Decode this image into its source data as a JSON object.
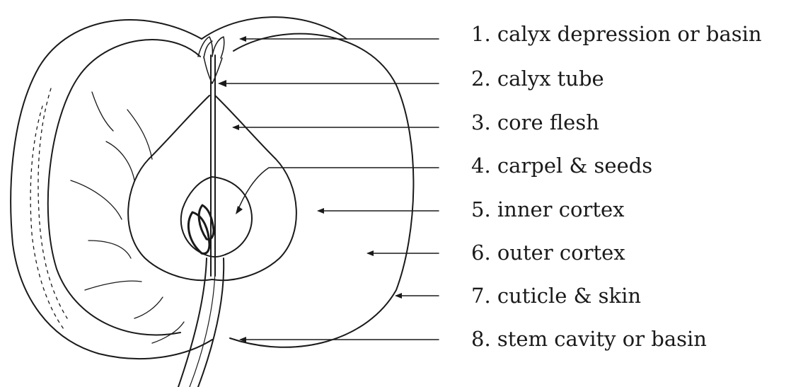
{
  "labels": [
    {
      "num": "1.",
      "text": "calyx depression or basin"
    },
    {
      "num": "2.",
      "text": "calyx tube"
    },
    {
      "num": "3.",
      "text": "core flesh"
    },
    {
      "num": "4.",
      "text": "carpel & seeds"
    },
    {
      "num": "5.",
      "text": "inner cortex"
    },
    {
      "num": "6.",
      "text": "outer cortex"
    },
    {
      "num": "7.",
      "text": "cuticle & skin"
    },
    {
      "num": "8.",
      "text": "stem cavity or basin"
    }
  ],
  "colors": {
    "ink": "#1a1a1a",
    "background": "#ffffff"
  }
}
